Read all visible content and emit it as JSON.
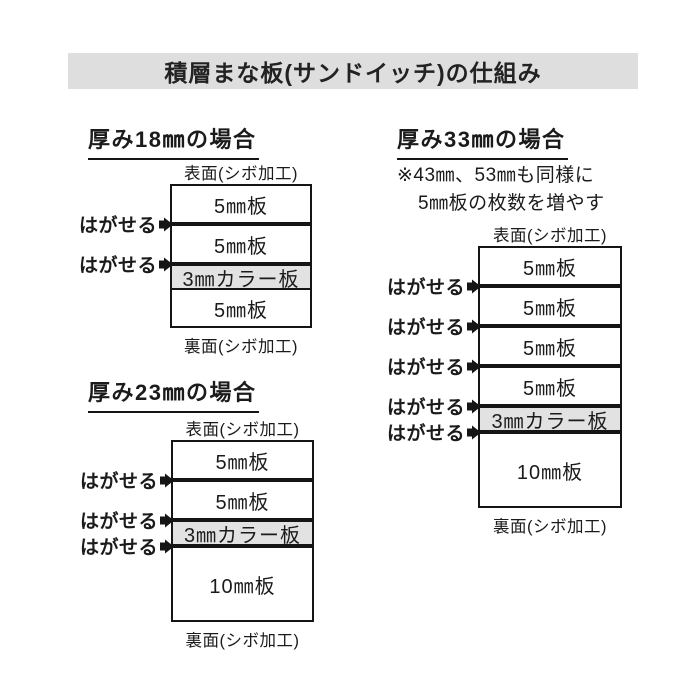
{
  "title": "積層まな板(サンドイッチ)の仕組み",
  "shared": {
    "peel_label": "はがせる",
    "surface_label": "表面(シボ加工)",
    "back_label": "裏面(シボ加工)"
  },
  "colors": {
    "title_bg": "#dedede",
    "color_layer_bg": "#e2e2e2",
    "line": "#151515"
  },
  "diagrams": [
    {
      "id": "18mm",
      "heading": "厚み18㎜の場合",
      "layers": [
        {
          "label": "5㎜板",
          "mm": 5,
          "color": false,
          "peel_above": false
        },
        {
          "label": "5㎜板",
          "mm": 5,
          "color": false,
          "peel_above": true
        },
        {
          "label": "3㎜カラー板",
          "mm": 3,
          "color": true,
          "peel_above": true
        },
        {
          "label": "5㎜板",
          "mm": 5,
          "color": false,
          "peel_above": false
        }
      ]
    },
    {
      "id": "23mm",
      "heading": "厚み23㎜の場合",
      "layers": [
        {
          "label": "5㎜板",
          "mm": 5,
          "color": false,
          "peel_above": false
        },
        {
          "label": "5㎜板",
          "mm": 5,
          "color": false,
          "peel_above": true
        },
        {
          "label": "3㎜カラー板",
          "mm": 3,
          "color": true,
          "peel_above": true
        },
        {
          "label": "10㎜板",
          "mm": 10,
          "color": false,
          "peel_above": true
        }
      ]
    },
    {
      "id": "33mm",
      "heading": "厚み33㎜の場合",
      "note_lines": [
        "※43㎜、53㎜も同様に",
        "5㎜板の枚数を増やす"
      ],
      "layers": [
        {
          "label": "5㎜板",
          "mm": 5,
          "color": false,
          "peel_above": false
        },
        {
          "label": "5㎜板",
          "mm": 5,
          "color": false,
          "peel_above": true
        },
        {
          "label": "5㎜板",
          "mm": 5,
          "color": false,
          "peel_above": true
        },
        {
          "label": "5㎜板",
          "mm": 5,
          "color": false,
          "peel_above": true
        },
        {
          "label": "3㎜カラー板",
          "mm": 3,
          "color": true,
          "peel_above": true
        },
        {
          "label": "10㎜板",
          "mm": 10,
          "color": false,
          "peel_above": true
        }
      ]
    }
  ]
}
